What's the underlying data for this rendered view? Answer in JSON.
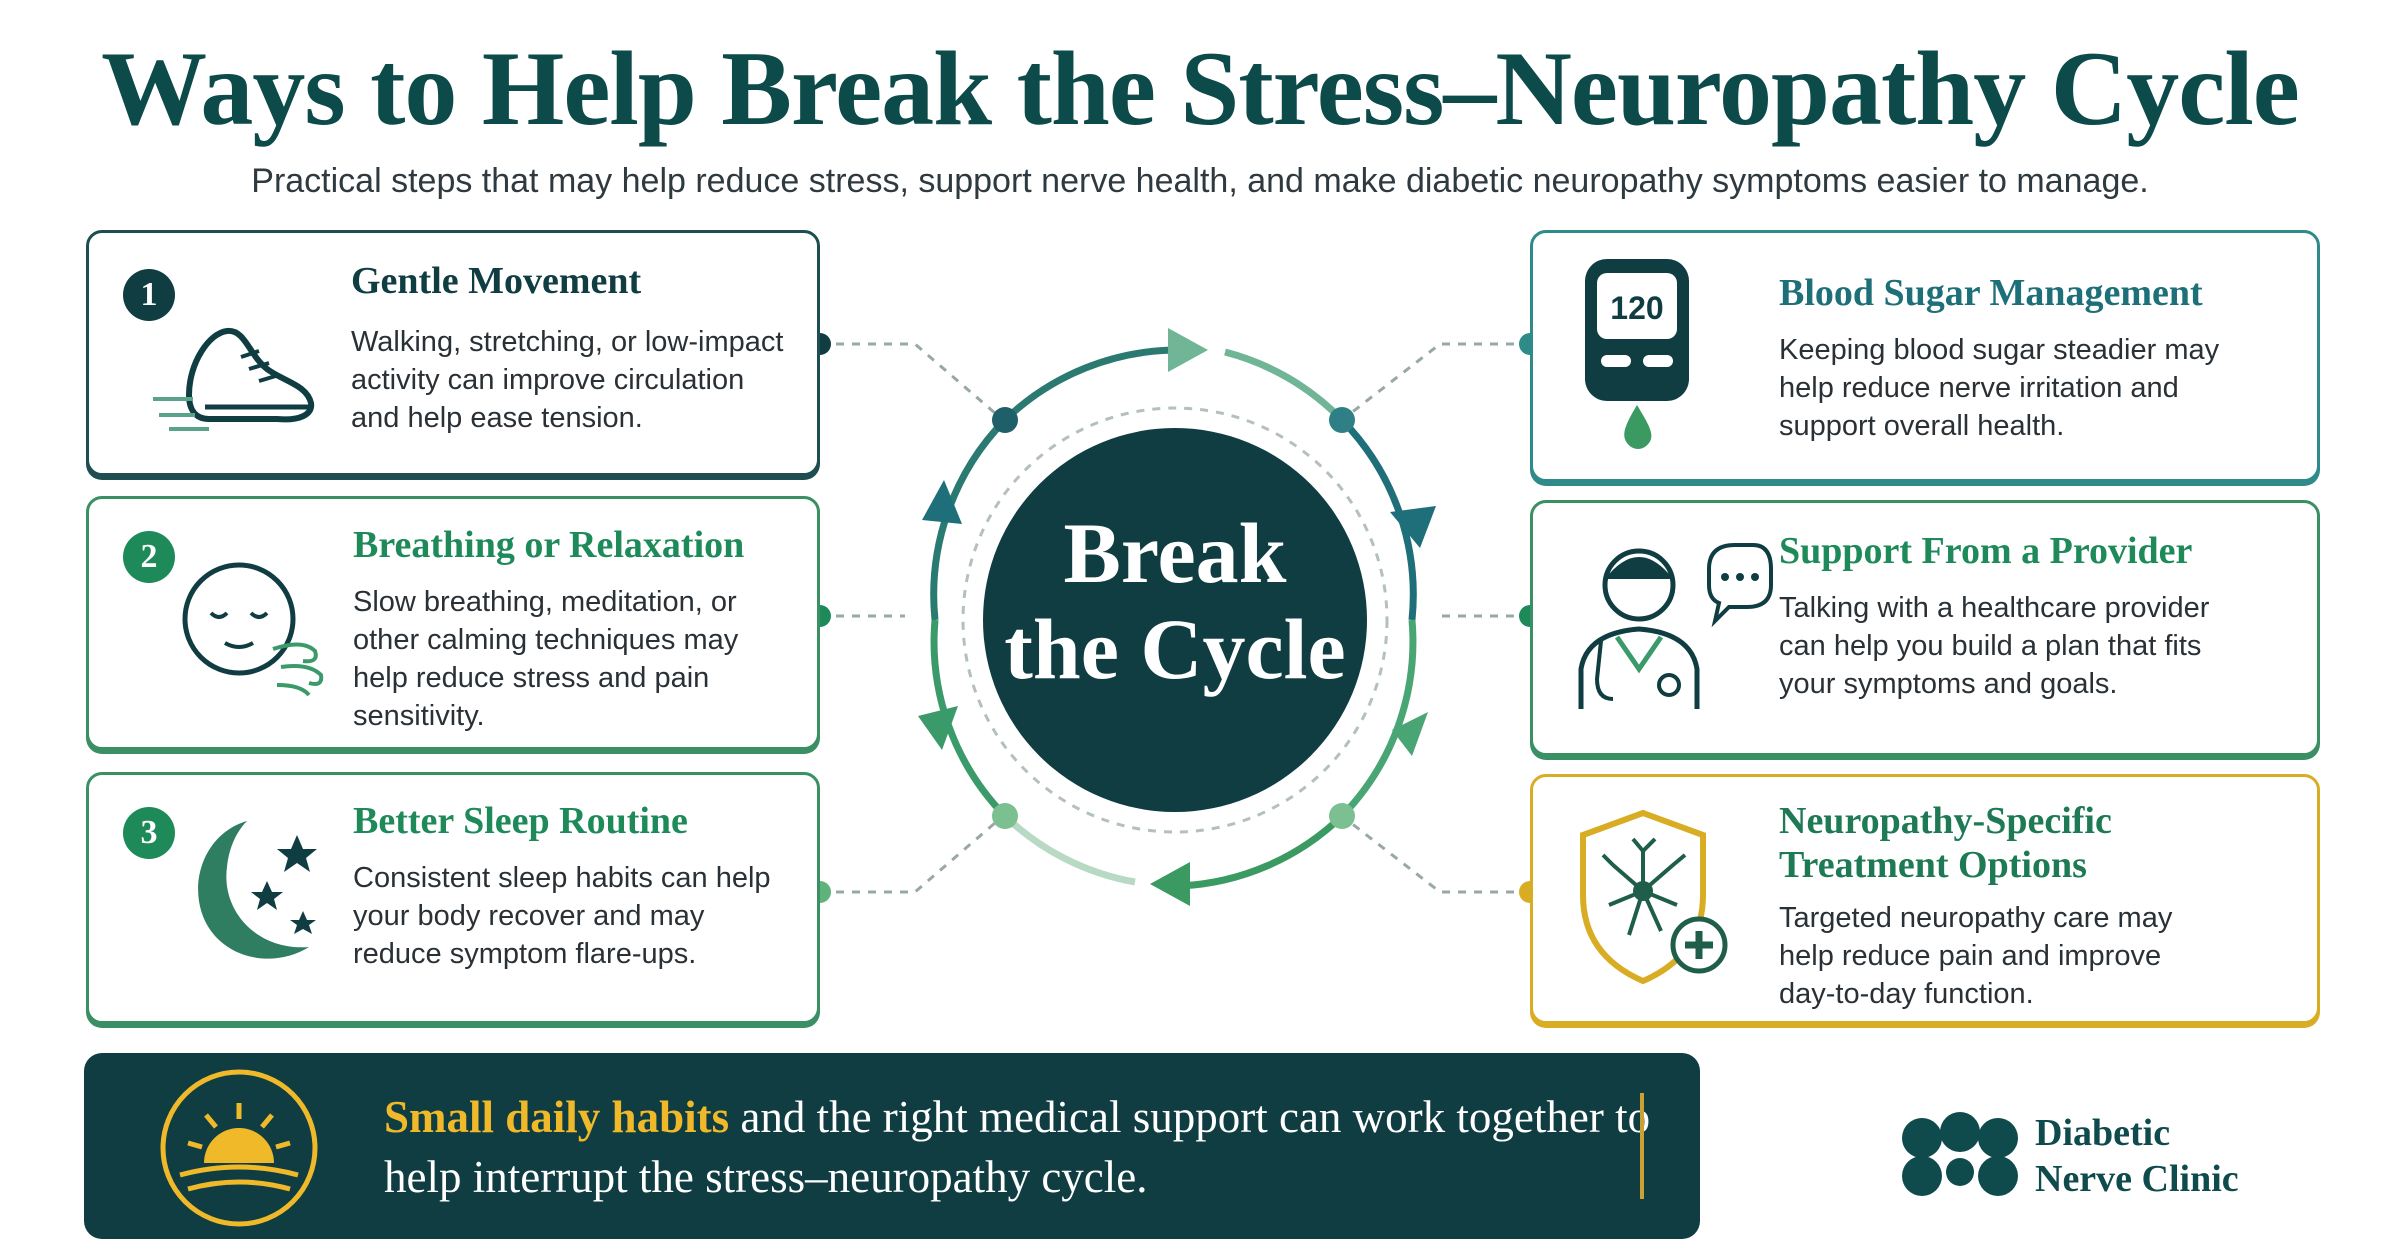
{
  "header": {
    "title": "Ways to Help Break the Stress–Neuropathy Cycle",
    "subtitle": "Practical steps that may help reduce stress, support nerve health, and make diabetic neuropathy symptoms easier to manage."
  },
  "left_cards": [
    {
      "number": "1",
      "title": "Gentle Movement",
      "text": "Walking, stretching, or low-impact activity can improve circulation and help ease tension.",
      "icon": "sneaker-icon",
      "accent": "#0f3d42"
    },
    {
      "number": "2",
      "title": "Breathing or Relaxation",
      "text": "Slow breathing, meditation, or other calming techniques may help reduce stress and pain sensitivity.",
      "icon": "calm-face-icon",
      "accent": "#1e8a5a"
    },
    {
      "number": "3",
      "title": "Better Sleep Routine",
      "text": "Consistent sleep habits can help your body recover and may reduce symptom flare-ups.",
      "icon": "moon-stars-icon",
      "accent": "#1e8a5a"
    }
  ],
  "right_cards": [
    {
      "title": "Blood Sugar Management",
      "text": "Keeping blood sugar steadier may help reduce nerve irritation and support overall health.",
      "icon": "glucose-meter-icon",
      "meter_reading": "120",
      "accent": "#1d6f78"
    },
    {
      "title": "Support From a Provider",
      "text": "Talking with a healthcare provider can help you build a plan that fits your symptoms and goals.",
      "icon": "doctor-icon",
      "accent": "#1e8a5a"
    },
    {
      "title": "Neuropathy-Specific Treatment Options",
      "text": "Targeted neuropathy care may help reduce pain and improve day-to-day function.",
      "icon": "nerve-shield-icon",
      "accent": "#1e7a55"
    }
  ],
  "center": {
    "title": "Break\nthe Cycle",
    "circle_color": "#0f3d42"
  },
  "banner": {
    "highlight": "Small daily habits",
    "text": " and the right medical support can work together to help interrupt the stress–neuropathy cycle.",
    "icon": "sunrise-icon"
  },
  "brand": {
    "name": "Diabetic\nNerve Clinic",
    "icon": "clinic-logo-icon"
  },
  "colors": {
    "dark_teal": "#0f3d42",
    "green": "#1e8a5a",
    "teal": "#2f8a8a",
    "gold": "#d9ad23"
  }
}
